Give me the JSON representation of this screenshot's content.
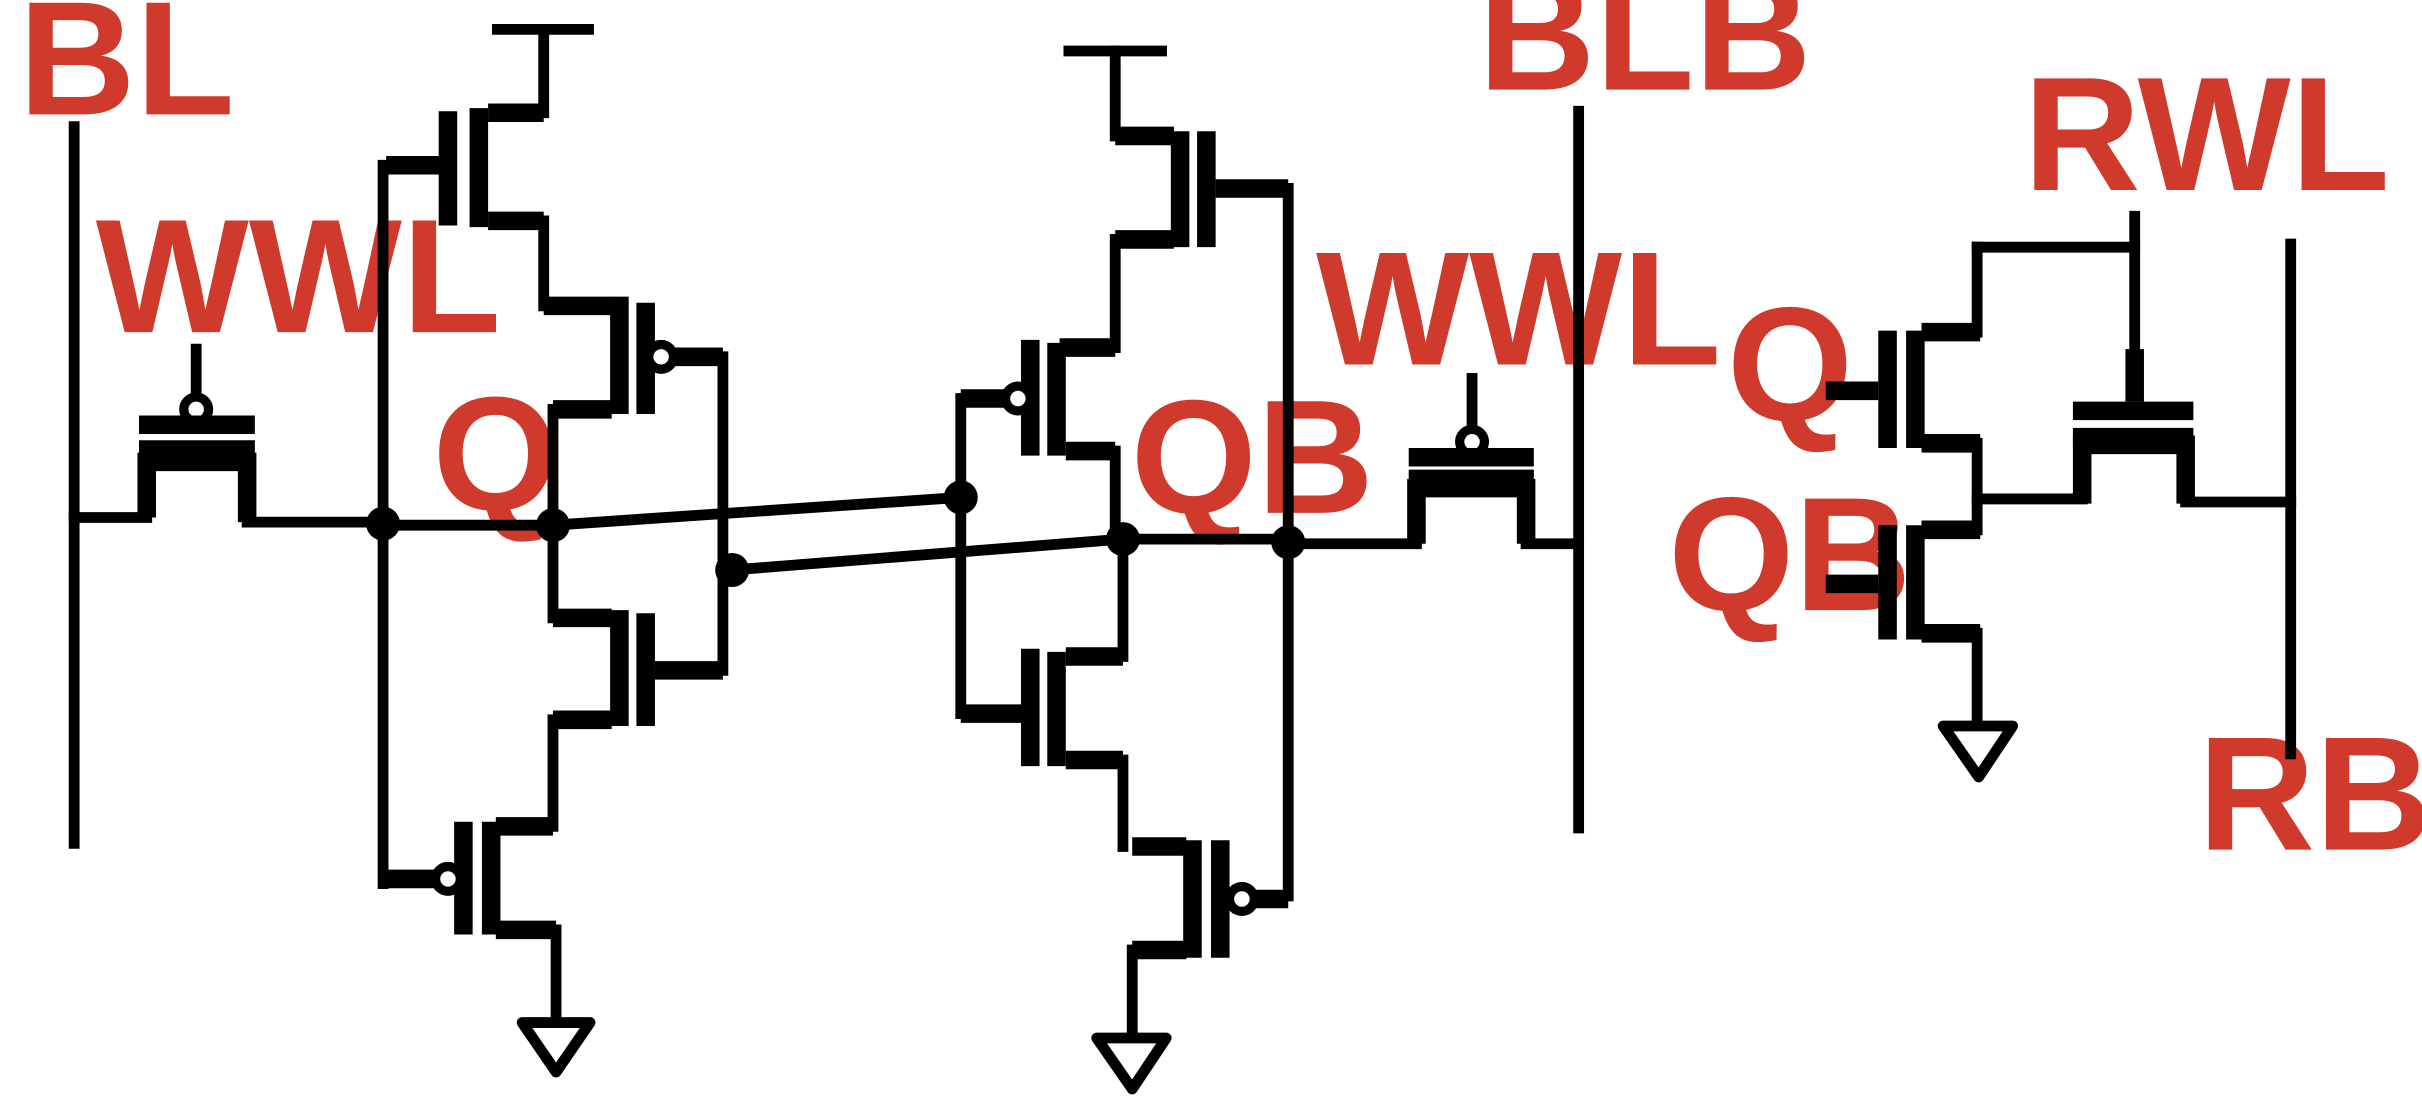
{
  "colors": {
    "label": "#d03a2c",
    "wire": "#000000"
  },
  "labels": {
    "bl": "BL",
    "blb": "BLB",
    "wwl_left": "WWL",
    "wwl_right": "WWL",
    "q_node": "Q",
    "qb_node": "QB",
    "rwl": "RWL",
    "rbl": "RBL",
    "read_q": "Q",
    "read_qb": "QB"
  }
}
